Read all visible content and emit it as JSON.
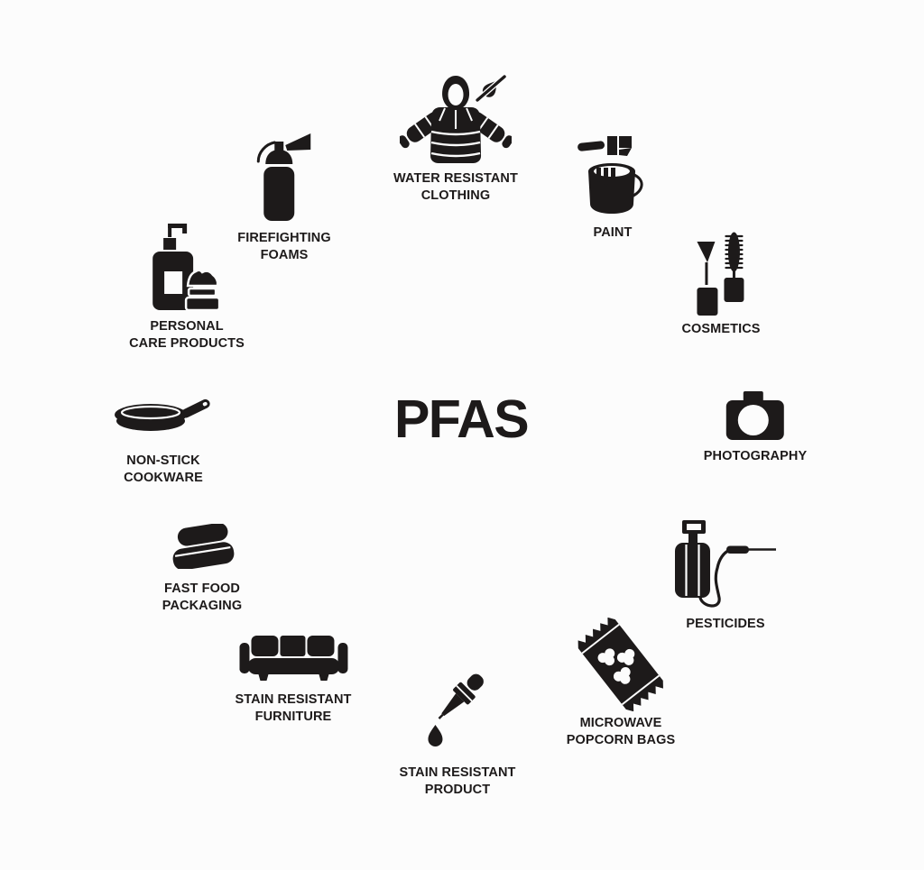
{
  "title": "PFAS",
  "colors": {
    "background": "#fcfcfc",
    "ink": "#1d1a1a"
  },
  "items": [
    {
      "name": "water-resistant-clothing",
      "icon": "water-resistant-jacket-icon",
      "lines": [
        "WATER RESISTANT",
        "CLOTHING"
      ]
    },
    {
      "name": "paint",
      "icon": "paint-bucket-brush-icon",
      "lines": [
        "PAINT"
      ]
    },
    {
      "name": "cosmetics",
      "icon": "mascara-cosmetics-icon",
      "lines": [
        "COSMETICS"
      ]
    },
    {
      "name": "photography",
      "icon": "camera-icon",
      "lines": [
        "PHOTOGRAPHY"
      ]
    },
    {
      "name": "pesticides",
      "icon": "pesticide-sprayer-icon",
      "lines": [
        "PESTICIDES"
      ]
    },
    {
      "name": "microwave-popcorn-bags",
      "icon": "popcorn-bag-icon",
      "lines": [
        "MICROWAVE",
        "POPCORN BAGS"
      ]
    },
    {
      "name": "stain-resistant-product",
      "icon": "dropper-drop-icon",
      "lines": [
        "STAIN RESISTANT",
        "PRODUCT"
      ]
    },
    {
      "name": "stain-resistant-furniture",
      "icon": "sofa-icon",
      "lines": [
        "STAIN RESISTANT",
        "FURNITURE"
      ]
    },
    {
      "name": "fast-food-packaging",
      "icon": "takeout-box-icon",
      "lines": [
        "FAST FOOD",
        "PACKAGING"
      ]
    },
    {
      "name": "non-stick-cookware",
      "icon": "frying-pan-icon",
      "lines": [
        "NON-STICK",
        "COOKWARE"
      ]
    },
    {
      "name": "personal-care-products",
      "icon": "lotion-bottle-jar-icon",
      "lines": [
        "PERSONAL",
        "CARE PRODUCTS"
      ]
    },
    {
      "name": "firefighting-foams",
      "icon": "fire-extinguisher-icon",
      "lines": [
        "FIREFIGHTING",
        "FOAMS"
      ]
    }
  ]
}
